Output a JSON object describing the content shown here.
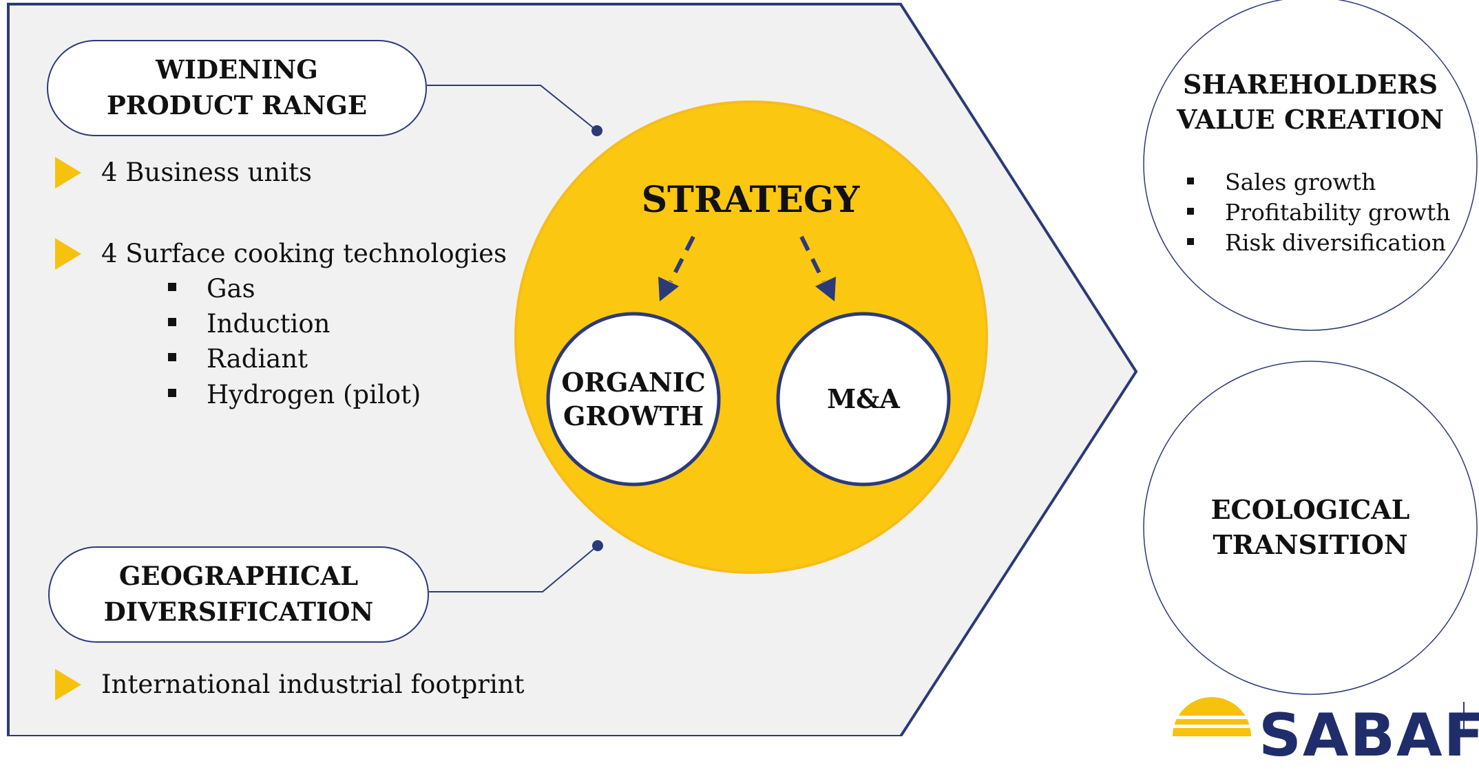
{
  "left_panel": {
    "product_range": {
      "heading": "WIDENING PRODUCT RANGE",
      "items": [
        "4 Business units",
        "4 Surface cooking technologies"
      ],
      "technologies": [
        "Gas",
        "Induction",
        "Radiant",
        "Hydrogen (pilot)"
      ]
    },
    "geographical": {
      "heading": "GEOGRAPHICAL DIVERSIFICATION",
      "items": [
        "International industrial footprint"
      ]
    }
  },
  "strategy": {
    "title": "STRATEGY",
    "organic": "ORGANIC GROWTH",
    "ma": "M&A"
  },
  "right_panel": {
    "shareholders": {
      "heading": "SHAREHOLDERS VALUE CREATION",
      "items": [
        "Sales growth",
        "Profitability growth",
        "Risk diversification"
      ]
    },
    "ecological": {
      "heading": "ECOLOGICAL TRANSITION"
    }
  },
  "logo": {
    "text": "SABAF"
  },
  "colors": {
    "navy": "#2b3a78",
    "yellow": "#f7c20e",
    "panel_grey": "#f1f1f1"
  }
}
